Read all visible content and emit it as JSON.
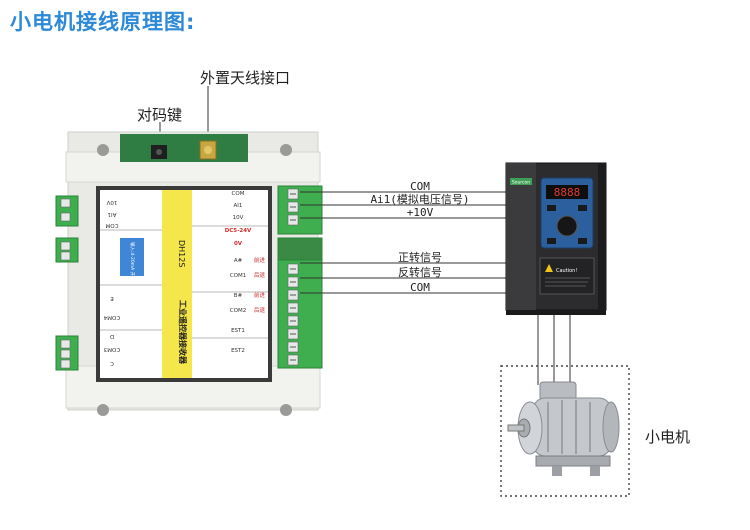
{
  "title": "小电机接线原理图:",
  "callouts": {
    "antenna": "外置天线接口",
    "pairing_key": "对码键",
    "motor": "小电机"
  },
  "receiver": {
    "model": "DH12S",
    "name": "工业遥控器接收器",
    "io_label": "输入:4-20mA 开关量/模拟输出",
    "terminal_labels": [
      "COM",
      "AI1",
      "10V",
      "DC5-24V",
      "0V",
      "A#",
      "COM1",
      "B#",
      "COM2",
      "EST1",
      "EST2"
    ],
    "left_labels": [
      "10V",
      "AI1",
      "COM",
      "E",
      "COM4",
      "D",
      "COM3",
      "C"
    ],
    "red_labels": [
      "DC5-24V",
      "0V"
    ],
    "tags": [
      "前进",
      "后退",
      "前进",
      "后退"
    ]
  },
  "wires": [
    {
      "label": "COM"
    },
    {
      "label": "Ai1(模拟电压信号)"
    },
    {
      "label": "+10V"
    },
    {
      "label": "正转信号"
    },
    {
      "label": "反转信号"
    },
    {
      "label": "COM"
    }
  ],
  "inverter": {
    "brand": "Sourcon",
    "display": "8888",
    "caution_title": "Caution!"
  },
  "colors": {
    "title": "#2c89d8",
    "terminal_green": "#3fae4e",
    "label_yellow": "#f4e64b",
    "inverter_body": "#2c2c2e",
    "screen_blue": "#2f86d8"
  }
}
